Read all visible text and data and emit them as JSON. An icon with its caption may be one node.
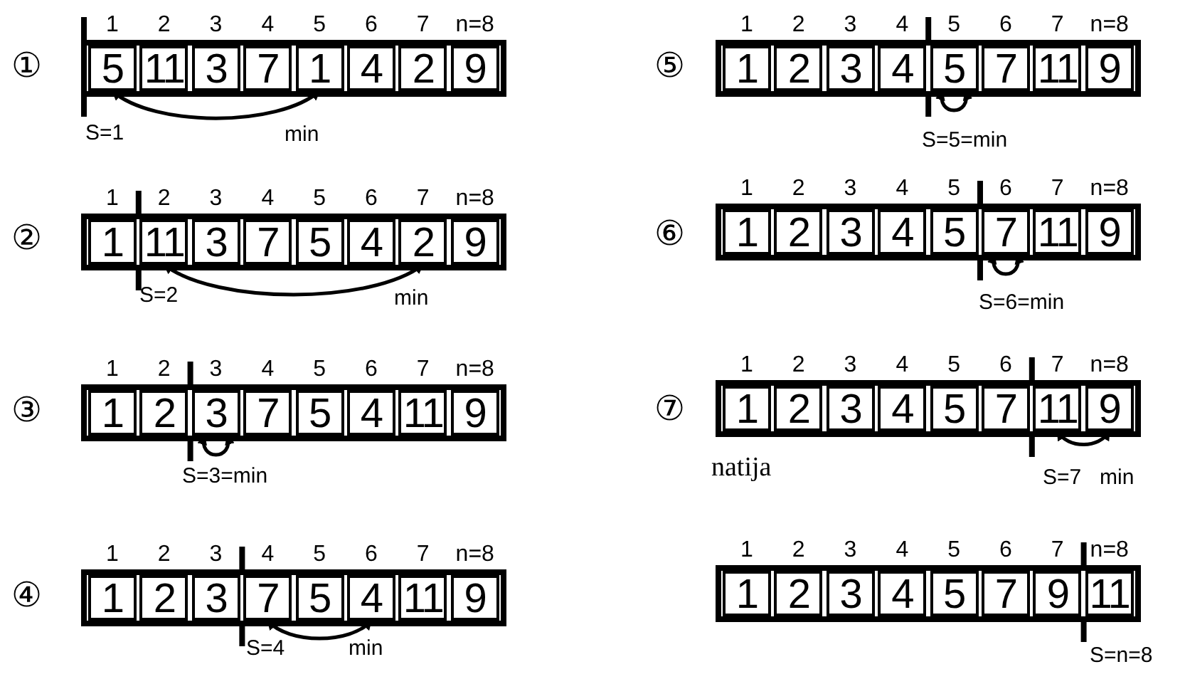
{
  "diagram": {
    "nodes": [
      {
        "text": [],
        "shape": "box"
      },
      {
        "text": [
          "5"
        ],
        "in": 0,
        "beside": [
          "1"
        ]
      },
      {
        "text": [
          "11"
        ],
        "in": 0,
        "beside": [
          "2"
        ]
      },
      {
        "text": [
          "3"
        ],
        "in": 0,
        "beside": [
          "3"
        ]
      },
      {
        "text": [
          "7"
        ],
        "in": 0,
        "beside": [
          "4"
        ]
      },
      {
        "text": [
          "1"
        ],
        "in": 0,
        "beside": [
          "5"
        ]
      },
      {
        "text": [
          "4"
        ],
        "in": 0,
        "beside": [
          "6"
        ]
      },
      {
        "text": [
          "2"
        ],
        "in": 0,
        "beside": [
          "7"
        ]
      },
      {
        "text": [
          "9"
        ],
        "in": 0,
        "beside": [
          "n=8"
        ]
      },
      {
        "text": [],
        "shape": "box"
      },
      {
        "text": [
          "1"
        ],
        "in": 9,
        "beside": [
          "1"
        ]
      },
      {
        "text": [
          "11"
        ],
        "in": 9,
        "beside": [
          "2"
        ]
      },
      {
        "text": [
          "3"
        ],
        "in": 9,
        "beside": [
          "3"
        ]
      },
      {
        "text": [
          "7"
        ],
        "in": 9,
        "beside": [
          "4"
        ]
      },
      {
        "text": [
          "5"
        ],
        "in": 9,
        "beside": [
          "5"
        ]
      },
      {
        "text": [
          "4"
        ],
        "in": 9,
        "beside": [
          "6"
        ]
      },
      {
        "text": [
          "2"
        ],
        "in": 9,
        "beside": [
          "7"
        ]
      },
      {
        "text": [
          "9"
        ],
        "in": 9,
        "beside": [
          "n=8"
        ]
      },
      {
        "text": [],
        "shape": "box"
      },
      {
        "text": [
          "1"
        ],
        "in": 18,
        "beside": [
          "1"
        ]
      },
      {
        "text": [
          "2"
        ],
        "in": 18,
        "beside": [
          "2"
        ]
      },
      {
        "text": [
          "3"
        ],
        "in": 18,
        "beside": [
          "3"
        ]
      },
      {
        "text": [
          "7"
        ],
        "in": 18,
        "beside": [
          "4"
        ]
      },
      {
        "text": [
          "5"
        ],
        "in": 18,
        "beside": [
          "5"
        ]
      },
      {
        "text": [
          "4"
        ],
        "in": 18,
        "beside": [
          "6"
        ]
      },
      {
        "text": [
          "11"
        ],
        "in": 18,
        "beside": [
          "7"
        ]
      },
      {
        "text": [
          "9"
        ],
        "in": 18,
        "beside": [
          "n=8"
        ]
      },
      {
        "text": [],
        "shape": "box"
      },
      {
        "text": [
          "1"
        ],
        "in": 27,
        "beside": [
          "1"
        ]
      },
      {
        "text": [
          "2"
        ],
        "in": 27,
        "beside": [
          "2"
        ]
      },
      {
        "text": [
          "3"
        ],
        "in": 27,
        "beside": [
          "3"
        ]
      },
      {
        "text": [
          "7"
        ],
        "in": 27,
        "beside": [
          "4"
        ]
      },
      {
        "text": [
          "5"
        ],
        "in": 27,
        "beside": [
          "5"
        ]
      },
      {
        "text": [
          "4"
        ],
        "in": 27,
        "beside": [
          "6"
        ]
      },
      {
        "text": [
          "11"
        ],
        "in": 27,
        "beside": [
          "7"
        ]
      },
      {
        "text": [
          "9"
        ],
        "in": 27,
        "beside": [
          "n=8"
        ]
      },
      {
        "text": [],
        "shape": "box"
      },
      {
        "text": [
          "1"
        ],
        "in": 36,
        "beside": [
          "1"
        ]
      },
      {
        "text": [
          "2"
        ],
        "in": 36,
        "beside": [
          "2"
        ]
      },
      {
        "text": [
          "3"
        ],
        "in": 36,
        "beside": [
          "3"
        ]
      },
      {
        "text": [
          "4"
        ],
        "in": 36,
        "beside": [
          "4"
        ]
      },
      {
        "text": [
          "5"
        ],
        "in": 36,
        "beside": [
          "5"
        ]
      },
      {
        "text": [
          "7"
        ],
        "in": 36,
        "beside": [
          "6"
        ]
      },
      {
        "text": [
          "11"
        ],
        "in": 36,
        "beside": [
          "7"
        ]
      },
      {
        "text": [
          "9"
        ],
        "in": 36,
        "beside": [
          "n=8"
        ]
      },
      {
        "text": [],
        "shape": "box"
      },
      {
        "text": [
          "1"
        ],
        "in": 45,
        "beside": [
          "1"
        ]
      },
      {
        "text": [
          "2"
        ],
        "in": 45,
        "beside": [
          "2"
        ]
      },
      {
        "text": [
          "3"
        ],
        "in": 45,
        "beside": [
          "3"
        ]
      },
      {
        "text": [
          "4"
        ],
        "in": 45,
        "beside": [
          "4"
        ]
      },
      {
        "text": [
          "5"
        ],
        "in": 45,
        "beside": [
          "5"
        ]
      },
      {
        "text": [
          "7"
        ],
        "in": 45,
        "beside": [
          "6"
        ]
      },
      {
        "text": [
          "11"
        ],
        "in": 45,
        "beside": [
          "7"
        ]
      },
      {
        "text": [
          "9"
        ],
        "in": 45,
        "beside": [
          "n=8"
        ]
      },
      {
        "text": [],
        "shape": "box"
      },
      {
        "text": [
          "1"
        ],
        "in": 54,
        "beside": [
          "1"
        ]
      },
      {
        "text": [
          "2"
        ],
        "in": 54,
        "beside": [
          "2"
        ]
      },
      {
        "text": [
          "3"
        ],
        "in": 54,
        "beside": [
          "3"
        ]
      },
      {
        "text": [
          "4"
        ],
        "in": 54,
        "beside": [
          "4"
        ]
      },
      {
        "text": [
          "5"
        ],
        "in": 54,
        "beside": [
          "5"
        ]
      },
      {
        "text": [
          "7"
        ],
        "in": 54,
        "beside": [
          "6"
        ]
      },
      {
        "text": [
          "11"
        ],
        "in": 54,
        "beside": [
          "7"
        ]
      },
      {
        "text": [
          "9"
        ],
        "in": 54,
        "beside": [
          "n=8"
        ]
      },
      {
        "text": [],
        "shape": "box"
      },
      {
        "text": [
          "1"
        ],
        "in": 63,
        "beside": [
          "1"
        ]
      },
      {
        "text": [
          "2"
        ],
        "in": 63,
        "beside": [
          "2"
        ]
      },
      {
        "text": [
          "3"
        ],
        "in": 63,
        "beside": [
          "3"
        ]
      },
      {
        "text": [
          "4"
        ],
        "in": 63,
        "beside": [
          "4"
        ]
      },
      {
        "text": [
          "5"
        ],
        "in": 63,
        "beside": [
          "5"
        ]
      },
      {
        "text": [
          "7"
        ],
        "in": 63,
        "beside": [
          "6"
        ]
      },
      {
        "text": [
          "9"
        ],
        "in": 63,
        "beside": [
          "7"
        ]
      },
      {
        "text": [
          "11"
        ],
        "in": 63,
        "beside": [
          "n=8"
        ]
      }
    ],
    "edges": [
      {
        "from": 1,
        "to": 5,
        "arrow": "both"
      },
      {
        "from": 11,
        "to": 16,
        "arrow": "both"
      },
      {
        "from": 21,
        "to": 21,
        "arrow": "both"
      },
      {
        "from": 31,
        "to": 33,
        "arrow": "both"
      },
      {
        "from": 41,
        "to": 41,
        "arrow": "both"
      },
      {
        "from": 51,
        "to": 51,
        "arrow": "both"
      },
      {
        "from": 61,
        "to": 62,
        "arrow": "both"
      }
    ],
    "labels": [
      "①",
      "S=1",
      "min",
      "②",
      "S=2",
      "min",
      "③",
      "S=3=min",
      "④",
      "S=4",
      "min",
      "⑤",
      "S=5=min",
      "⑥",
      "S=6=min",
      "⑦",
      "natija",
      "S=7",
      "min",
      "S=n=8"
    ]
  }
}
